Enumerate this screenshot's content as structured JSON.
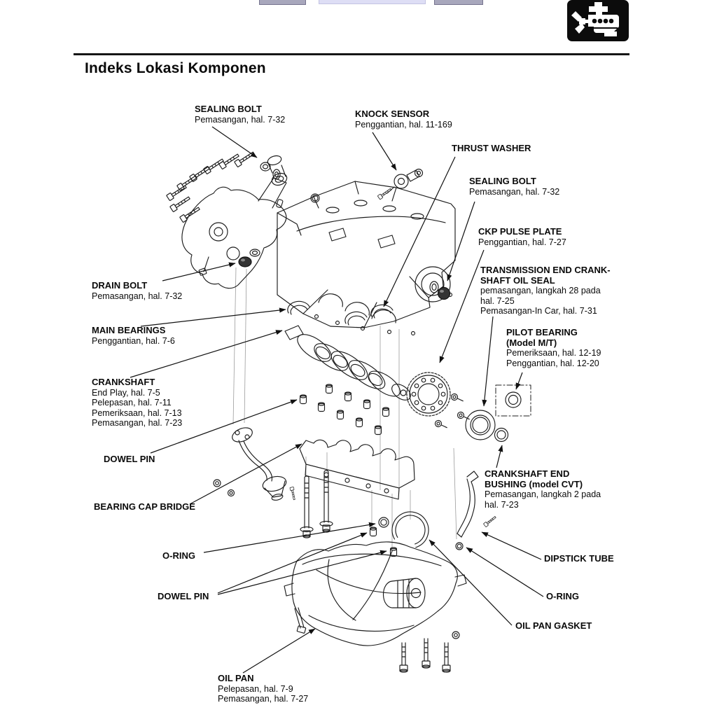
{
  "header": {
    "title": "Indeks Lokasi Komponen"
  },
  "icons": {
    "section_icon": "engine-icon"
  },
  "colors": {
    "ink": "#161616",
    "toolbar_button": "#a8a7bc",
    "toolbar_field": "#dedef5",
    "icon_background": "#0c0c0c"
  },
  "callouts": {
    "sealing_bolt_top": {
      "title": "SEALING BOLT",
      "lines": [
        "Pemasangan, hal. 7-32"
      ]
    },
    "knock_sensor": {
      "title": "KNOCK SENSOR",
      "lines": [
        "Penggantian, hal. 11-169"
      ]
    },
    "thrust_washer": {
      "title": "THRUST WASHER"
    },
    "sealing_bolt_right": {
      "title": "SEALING BOLT",
      "lines": [
        "Pemasangan, hal. 7-32"
      ]
    },
    "ckp_pulse_plate": {
      "title": "CKP PULSE PLATE",
      "lines": [
        "Penggantian, hal. 7-27"
      ]
    },
    "transmission_end_seal": {
      "title": "TRANSMISSION END CRANK-",
      "title2": "SHAFT OIL SEAL",
      "lines": [
        "pemasangan, langkah 28 pada",
        "hal. 7-25",
        "Pemasangan-In Car, hal. 7-31"
      ]
    },
    "pilot_bearing": {
      "title": "PILOT BEARING",
      "title2": "(Model M/T)",
      "lines": [
        "Pemeriksaan, hal. 12-19",
        "Penggantian, hal. 12-20"
      ]
    },
    "crankshaft_end_bushing": {
      "title": "CRANKSHAFT END",
      "title2": "BUSHING (model CVT)",
      "lines": [
        "Pemasangan, langkah 2 pada",
        "hal. 7-23"
      ]
    },
    "dipstick_tube": {
      "title": "DIPSTICK TUBE"
    },
    "o_ring_right": {
      "title": "O-RING"
    },
    "oil_pan_gasket": {
      "title": "OIL PAN GASKET"
    },
    "drain_bolt": {
      "title": "DRAIN BOLT",
      "lines": [
        "Pemasangan, hal. 7-32"
      ]
    },
    "main_bearings": {
      "title": "MAIN BEARINGS",
      "lines": [
        "Penggantian, hal. 7-6"
      ]
    },
    "crankshaft": {
      "title": "CRANKSHAFT",
      "lines": [
        "End Play, hal. 7-5",
        "Pelepasan, hal. 7-11",
        "Pemeriksaan, hal. 7-13",
        "Pemasangan, hal. 7-23"
      ]
    },
    "dowel_pin_upper": {
      "title": "DOWEL PIN"
    },
    "bearing_cap_bridge": {
      "title": "BEARING CAP BRIDGE"
    },
    "o_ring_left": {
      "title": "O-RING"
    },
    "dowel_pin_lower": {
      "title": "DOWEL PIN"
    },
    "oil_pan": {
      "title": "OIL PAN",
      "lines": [
        "Pelepasan, hal. 7-9",
        "Pemasangan, hal. 7-27"
      ]
    }
  }
}
